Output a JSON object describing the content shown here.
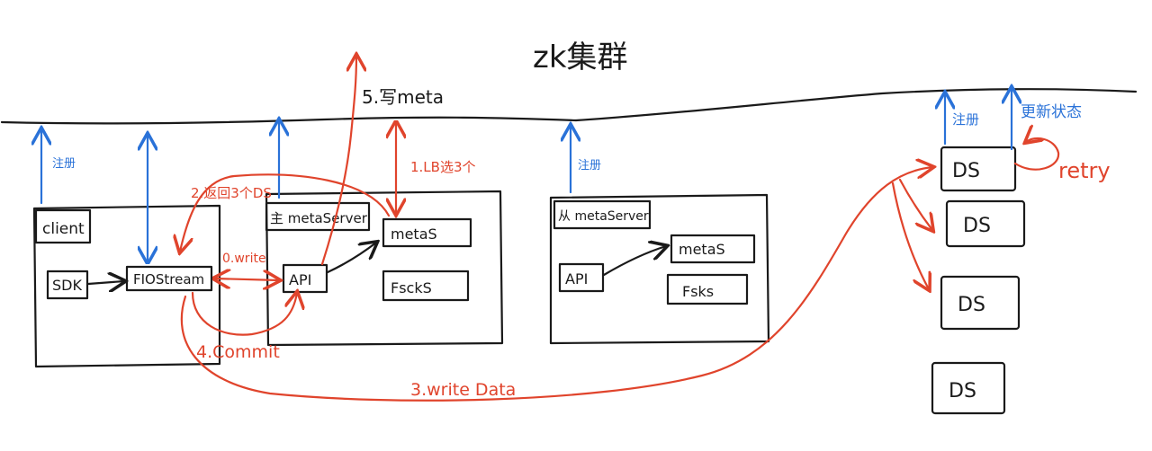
{
  "title": "zk集群",
  "colors": {
    "ink": "#1a1a1a",
    "red": "#e0442c",
    "blue": "#2a72d8"
  },
  "client_box": {
    "label": "client",
    "sdk": "SDK",
    "stream": "FIOStream"
  },
  "main_meta": {
    "label": "主 metaServer",
    "api": "API",
    "metas": "metaS",
    "fscks": "FsckS"
  },
  "standby_meta": {
    "label": "从 metaServer",
    "api": "API",
    "metas": "metaS",
    "fscks": "Fsks"
  },
  "ds_nodes": [
    "DS",
    "DS",
    "DS",
    "DS"
  ],
  "annotations": {
    "register_blue": "注册",
    "update_status": "更新状态",
    "retry": "retry",
    "step0": "0.write",
    "step1": "1.LB选3个",
    "step2": "2.返回3个DS",
    "step3": "3.write Data",
    "step4": "4.Commit",
    "step5": "5.写meta"
  }
}
